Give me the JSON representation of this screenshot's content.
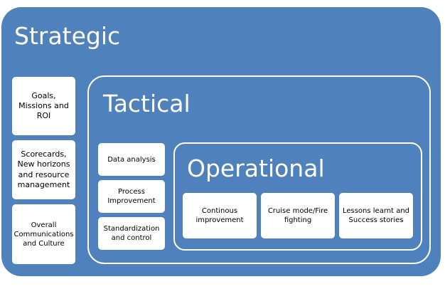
{
  "strategic": {
    "title": "Strategic",
    "items": [
      "Goals, Missions and ROI",
      "Scorecards, New horizons and resource management",
      "Overall Communications and Culture"
    ]
  },
  "tactical": {
    "title": "Tactical",
    "items": [
      "Data analysis",
      "Process Improvement",
      "Standardization and control"
    ]
  },
  "operational": {
    "title": "Operational",
    "items": [
      "Continous improvement",
      "Cruise mode/Fire fighting",
      "Lessons learnt and Success stories"
    ]
  },
  "colors": {
    "panel": "#4f81bd",
    "box": "#ffffff",
    "outline": "#ffffff"
  }
}
